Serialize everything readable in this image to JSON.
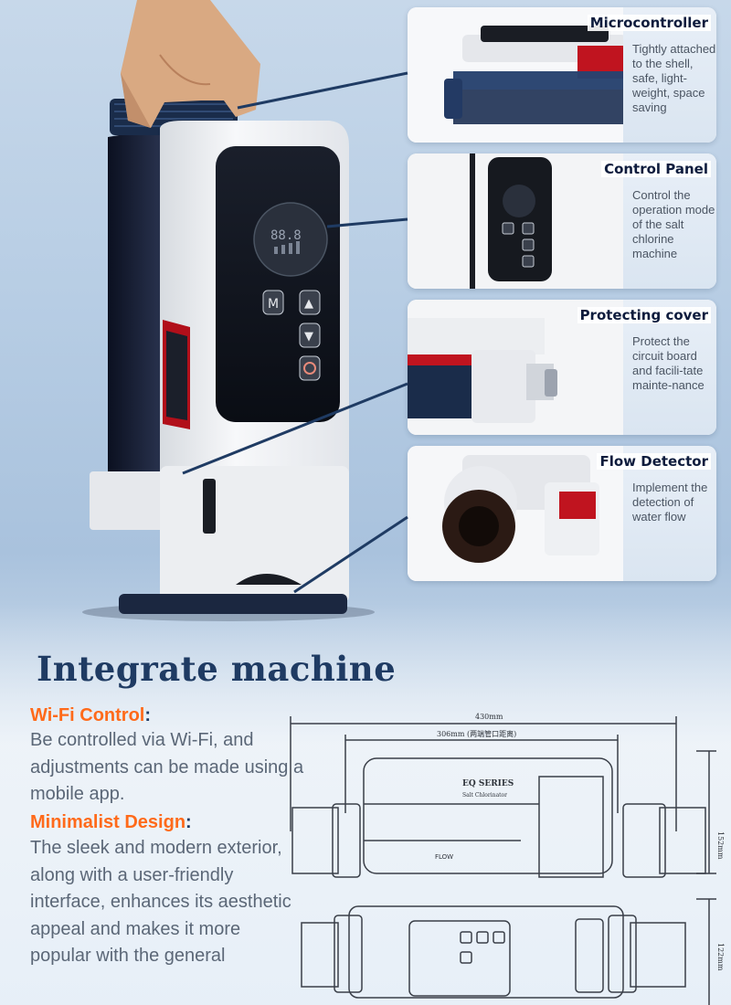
{
  "product": {
    "brand_series": "EQ SERIES",
    "brand_name": "Salt Chlorinator",
    "buttons": [
      "M",
      "▲",
      "▼",
      "⏻"
    ]
  },
  "cards": [
    {
      "title": "Microcontroller",
      "description": "Tightly attached to the shell, safe, light-weight, space saving"
    },
    {
      "title": "Control Panel",
      "description": "Control the operation mode of the salt chlorine machine"
    },
    {
      "title": "Protecting cover",
      "description": "Protect the circuit board and facili-tate mainte-nance"
    },
    {
      "title": "Flow Detector",
      "description": "Implement the detection of water flow"
    }
  ],
  "section": {
    "title": "Integrate machine",
    "features": [
      {
        "heading": "Wi-Fi Control",
        "text": "Be controlled via Wi-Fi, and adjustments can be made using a mobile app."
      },
      {
        "heading": "Minimalist Design",
        "text": "The sleek and modern exterior, along with a user-friendly interface, enhances its aesthetic appeal and makes it more popular with the general"
      }
    ]
  },
  "drawing": {
    "dim_total": "430mm",
    "dim_pipe": "306mm (两端管口距离)",
    "dim_height": "152mm",
    "dim_width": "122mm",
    "label_series": "EQ SERIES",
    "label_name": "Salt Chlorinator",
    "flow_label": "FLOW"
  },
  "colors": {
    "accent_orange": "#ff6a1a",
    "title_navy": "#1f3b63",
    "card_title": "#0e1c3d"
  }
}
